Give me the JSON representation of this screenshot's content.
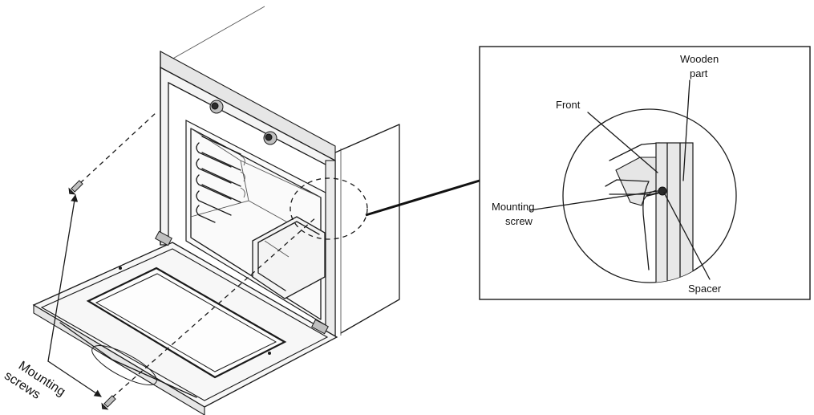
{
  "labels": {
    "mounting_screws_line1": "Mounting",
    "mounting_screws_line2": "screws",
    "wooden_part_line1": "Wooden",
    "wooden_part_line2": "part",
    "front": "Front",
    "mounting_screw_line1": "Mounting",
    "mounting_screw_line2": "screw",
    "spacer": "Spacer"
  },
  "colors": {
    "line": "#1a1a1a",
    "background": "#ffffff"
  }
}
